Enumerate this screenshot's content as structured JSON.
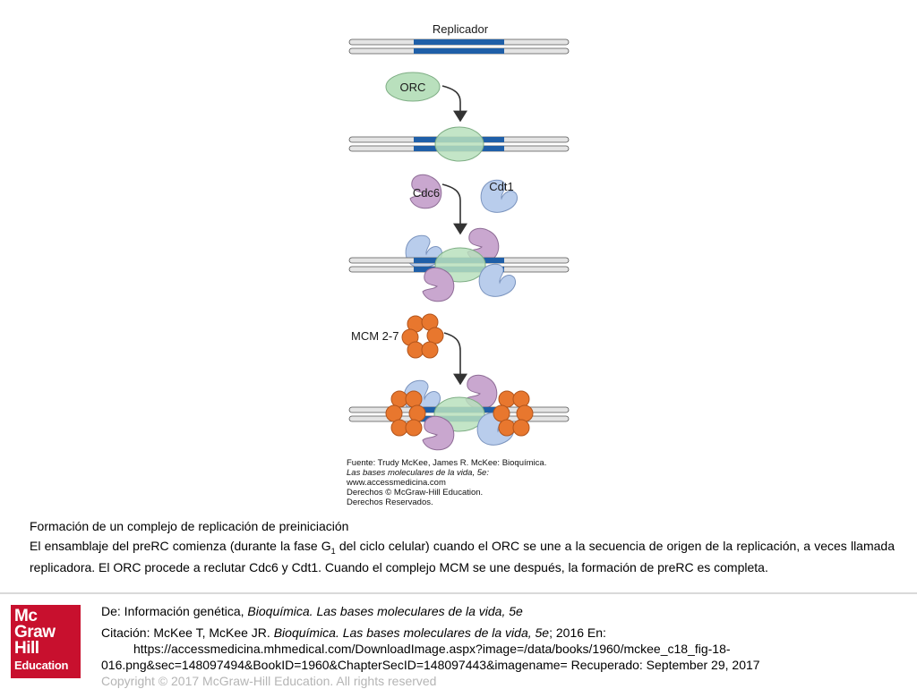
{
  "figure": {
    "labels": {
      "replicator": "Replicador",
      "orc": "ORC",
      "cdc6": "Cdc6",
      "cdt1": "Cdt1",
      "mcm": "MCM 2-7"
    },
    "source": {
      "line1": "Fuente: Trudy McKee, James R. McKee: Bioquímica.",
      "line2": "Las bases moleculares de la vida, 5e:",
      "line3": "www.accessmedicina.com",
      "line4": "Derechos © McGraw-Hill Education.",
      "line5": "Derechos Reservados."
    },
    "colors": {
      "dna_strand": "#e4e4e4",
      "replicator": "#1f5fa8",
      "orc": "#b9e0bd",
      "cdc6": "#c9a7cf",
      "cdt1": "#b9cdec",
      "mcm": "#e8772e",
      "arrow": "#333333"
    }
  },
  "caption": {
    "title": "Formación de un complejo de replicación de preiniciación",
    "body_before": " El ensamblaje del preRC comienza (durante la fase G",
    "body_sub": "1",
    "body_after": " del ciclo celular) cuando el ORC se une a la secuencia de origen de la replicación, a veces llamada replicadora. El ORC procede a reclutar Cdc6 y Cdt1. Cuando el complejo MCM se une después, la formación de preRC es completa."
  },
  "citation": {
    "from_prefix": "De: Información genética, ",
    "from_book": "Bioquímica. Las bases moleculares de la vida, 5e",
    "cite_prefix": "Citación: McKee T, McKee JR",
    "cite_dot": ". ",
    "cite_book": "Bioquímica. Las bases moleculares de la vida, 5e",
    "cite_suffix": "; 2016 En:",
    "url_line1": "https://accessmedicina.mhmedical.com/DownloadImage.aspx?image=/data/books/1960/mckee_c18_fig-18-",
    "url_line2": "016.png&sec=148097494&BookID=1960&ChapterSecID=148097443&imagename= Recuperado: September 29, 2017",
    "copyright": "Copyright © 2017 McGraw-Hill Education. All rights reserved"
  },
  "logo": {
    "line1": "Mc",
    "line2": "Graw",
    "line3": "Hill",
    "line4": "Education",
    "color": "#c8102e"
  }
}
